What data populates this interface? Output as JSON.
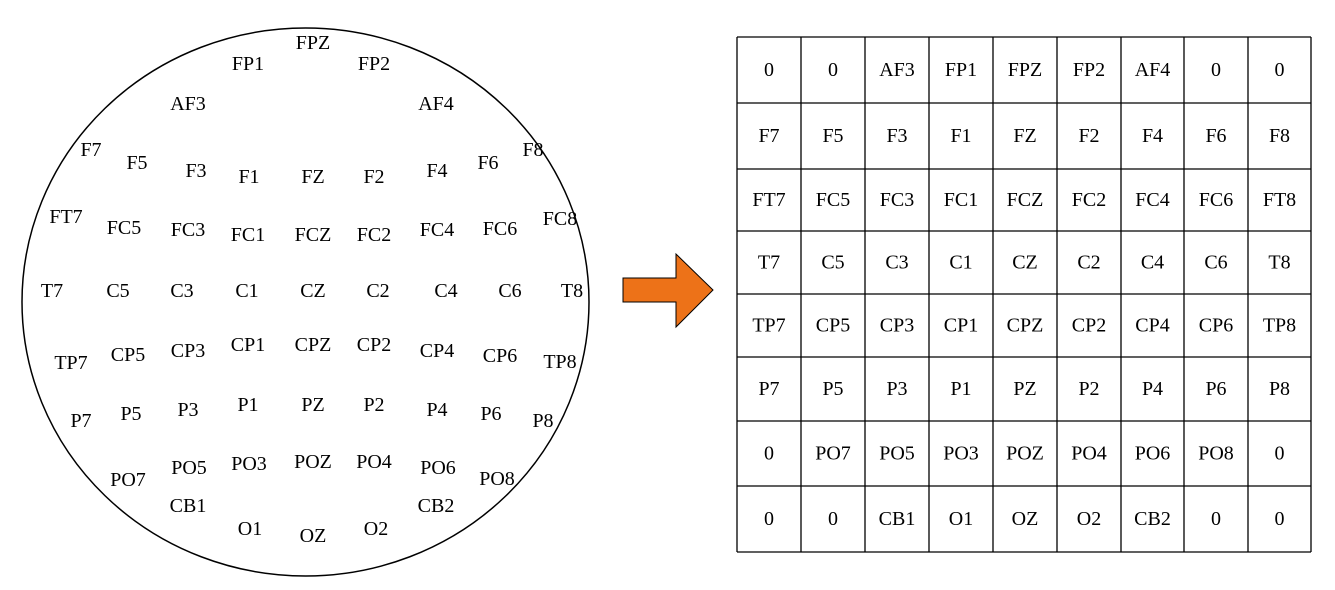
{
  "colors": {
    "arrow_fill": "#ED7218",
    "line": "#000000",
    "background": "#ffffff"
  },
  "head_map": {
    "electrodes": [
      {
        "label": "FPZ"
      },
      {
        "label": "FP1"
      },
      {
        "label": "FP2"
      },
      {
        "label": "AF3"
      },
      {
        "label": "AF4"
      },
      {
        "label": "F7"
      },
      {
        "label": "F5"
      },
      {
        "label": "F3"
      },
      {
        "label": "F1"
      },
      {
        "label": "FZ"
      },
      {
        "label": "F2"
      },
      {
        "label": "F4"
      },
      {
        "label": "F6"
      },
      {
        "label": "F8"
      },
      {
        "label": "FT7"
      },
      {
        "label": "FC5"
      },
      {
        "label": "FC3"
      },
      {
        "label": "FC1"
      },
      {
        "label": "FCZ"
      },
      {
        "label": "FC2"
      },
      {
        "label": "FC4"
      },
      {
        "label": "FC6"
      },
      {
        "label": "FC8"
      },
      {
        "label": "T7"
      },
      {
        "label": "C5"
      },
      {
        "label": "C3"
      },
      {
        "label": "C1"
      },
      {
        "label": "CZ"
      },
      {
        "label": "C2"
      },
      {
        "label": "C4"
      },
      {
        "label": "C6"
      },
      {
        "label": "T8"
      },
      {
        "label": "TP7"
      },
      {
        "label": "CP5"
      },
      {
        "label": "CP3"
      },
      {
        "label": "CP1"
      },
      {
        "label": "CPZ"
      },
      {
        "label": "CP2"
      },
      {
        "label": "CP4"
      },
      {
        "label": "CP6"
      },
      {
        "label": "TP8"
      },
      {
        "label": "P7"
      },
      {
        "label": "P5"
      },
      {
        "label": "P3"
      },
      {
        "label": "P1"
      },
      {
        "label": "PZ"
      },
      {
        "label": "P2"
      },
      {
        "label": "P4"
      },
      {
        "label": "P6"
      },
      {
        "label": "P8"
      },
      {
        "label": "PO7"
      },
      {
        "label": "PO5"
      },
      {
        "label": "PO3"
      },
      {
        "label": "POZ"
      },
      {
        "label": "PO4"
      },
      {
        "label": "PO6"
      },
      {
        "label": "PO8"
      },
      {
        "label": "CB1"
      },
      {
        "label": "O1"
      },
      {
        "label": "OZ"
      },
      {
        "label": "O2"
      },
      {
        "label": "CB2"
      }
    ]
  },
  "grid": {
    "rows": [
      [
        "0",
        "0",
        "AF3",
        "FP1",
        "FPZ",
        "FP2",
        "AF4",
        "0",
        "0"
      ],
      [
        "F7",
        "F5",
        "F3",
        "F1",
        "FZ",
        "F2",
        "F4",
        "F6",
        "F8"
      ],
      [
        "FT7",
        "FC5",
        "FC3",
        "FC1",
        "FCZ",
        "FC2",
        "FC4",
        "FC6",
        "FT8"
      ],
      [
        "T7",
        "C5",
        "C3",
        "C1",
        "CZ",
        "C2",
        "C4",
        "C6",
        "T8"
      ],
      [
        "TP7",
        "CP5",
        "CP3",
        "CP1",
        "CPZ",
        "CP2",
        "CP4",
        "CP6",
        "TP8"
      ],
      [
        "P7",
        "P5",
        "P3",
        "P1",
        "PZ",
        "P2",
        "P4",
        "P6",
        "P8"
      ],
      [
        "0",
        "PO7",
        "PO5",
        "PO3",
        "POZ",
        "PO4",
        "PO6",
        "PO8",
        "0"
      ],
      [
        "0",
        "0",
        "CB1",
        "O1",
        "OZ",
        "O2",
        "CB2",
        "0",
        "0"
      ]
    ]
  }
}
